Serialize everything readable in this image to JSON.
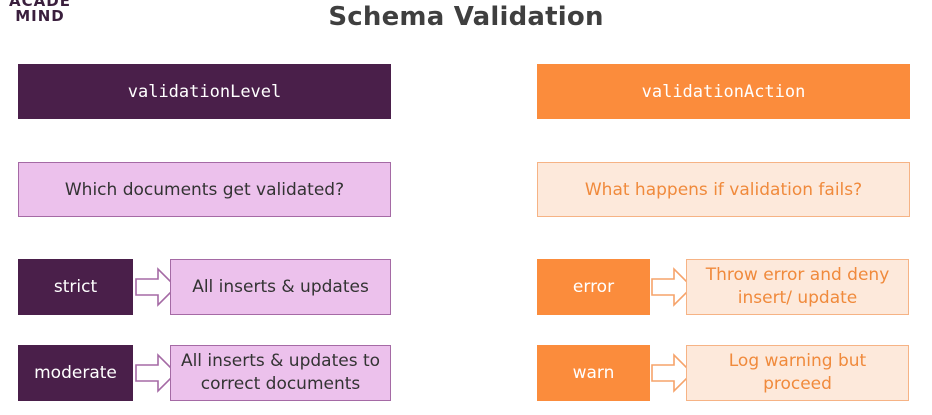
{
  "logo": {
    "line1": "ACADE",
    "line2": "MIND"
  },
  "title": "Schema Validation",
  "left": {
    "header": "validationLevel",
    "question": "Which documents get validated?",
    "rows": [
      {
        "label": "strict",
        "result": "All inserts & updates"
      },
      {
        "label": "moderate",
        "result": "All inserts & updates to correct documents"
      }
    ]
  },
  "right": {
    "header": "validationAction",
    "question": "What happens if validation fails?",
    "rows": [
      {
        "label": "error",
        "result": "Throw error and deny insert/ update"
      },
      {
        "label": "warn",
        "result": "Log warning but proceed"
      }
    ]
  },
  "colors": {
    "purple_dark": "#4a1f4a",
    "purple_light": "#ecc1ec",
    "orange": "#fb8c3c",
    "orange_light": "#fde9db"
  },
  "icons": {
    "connector": "right-arrow-icon"
  }
}
